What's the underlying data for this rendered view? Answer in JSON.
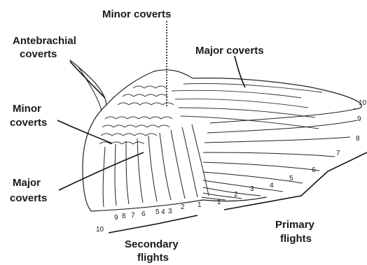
{
  "labels": {
    "minor_coverts_top": "Minor coverts",
    "antebrachial_line1": "Antebrachial",
    "antebrachial_line2": "coverts",
    "major_coverts_top": "Major coverts",
    "minor_coverts_left_line1": "Minor",
    "minor_coverts_left_line2": "coverts",
    "major_coverts_left_line1": "Major",
    "major_coverts_left_line2": "coverts",
    "secondary_line1": "Secondary",
    "secondary_line2": "flights",
    "primary_line1": "Primary",
    "primary_line2": "flights"
  },
  "primary_numbers": [
    "1",
    "2",
    "3",
    "4",
    "5",
    "6",
    "7",
    "8",
    "9",
    "10"
  ],
  "secondary_numbers": [
    "1",
    "2",
    "3",
    "4",
    "5",
    "6",
    "7",
    "8",
    "9",
    "10"
  ]
}
